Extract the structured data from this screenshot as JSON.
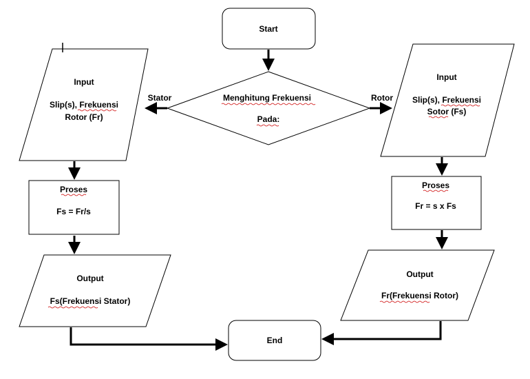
{
  "diagram": {
    "start": {
      "label": "Start"
    },
    "decision": {
      "line1": "Menghitung Frekuensi",
      "line2": "Pada:"
    },
    "left_branch_label": "Stator",
    "right_branch_label": "Rotor",
    "left": {
      "input": {
        "title": "Input",
        "line1": "Slip(s), Frekuensi",
        "line2": "Rotor (Fr)"
      },
      "process": {
        "title": "Proses",
        "formula": "Fs = Fr/s"
      },
      "output": {
        "title": "Output",
        "text": "Fs(Frekuensi Stator)"
      }
    },
    "right": {
      "input": {
        "title": "Input",
        "line1": "Slip(s), Frekuensi",
        "line2": "Sotor (Fs)"
      },
      "process": {
        "title": "Proses",
        "formula": "Fr = s x Fs"
      },
      "output": {
        "title": "Output",
        "text": "Fr(Frekuensi Rotor)"
      }
    },
    "end": {
      "label": "End"
    }
  }
}
